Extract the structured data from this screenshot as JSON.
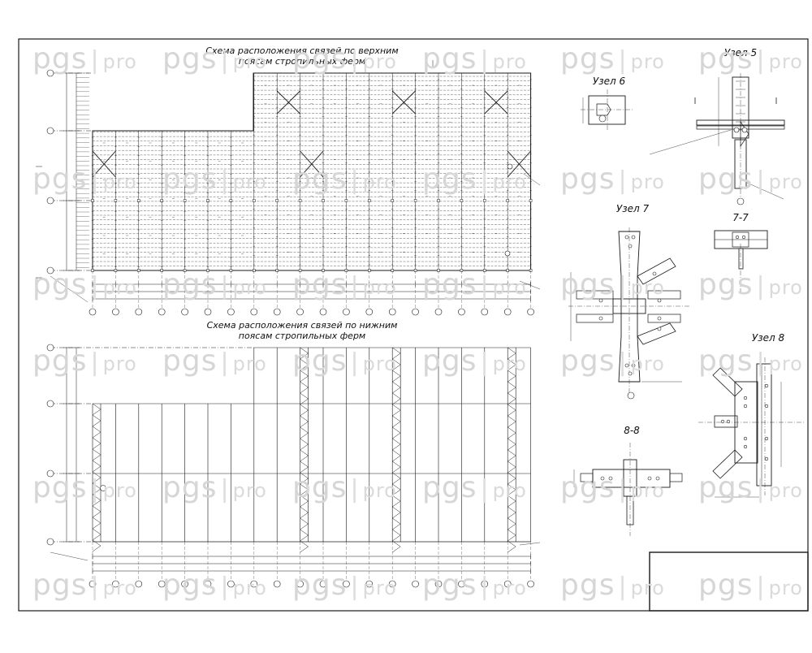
{
  "sheet": {
    "upper_plan_title_line1": "Схема расположения связей по верхним",
    "upper_plan_title_line2": "поясам стропильных ферм",
    "lower_plan_title_line1": "Схема расположения связей по нижним",
    "lower_plan_title_line2": "поясам стропильных ферм",
    "node6_title": "Узел 6",
    "node5_title": "Узел 5",
    "node7_title": "Узел 7",
    "node8_title": "Узел 8",
    "section77_title": "7-7",
    "section88_title": "8-8"
  },
  "watermark": {
    "brand": "pgs",
    "separator": "|",
    "suffix": "pro",
    "color": "#d6d6d6"
  },
  "colors": {
    "line": "#1a1a1a",
    "background": "#ffffff"
  }
}
